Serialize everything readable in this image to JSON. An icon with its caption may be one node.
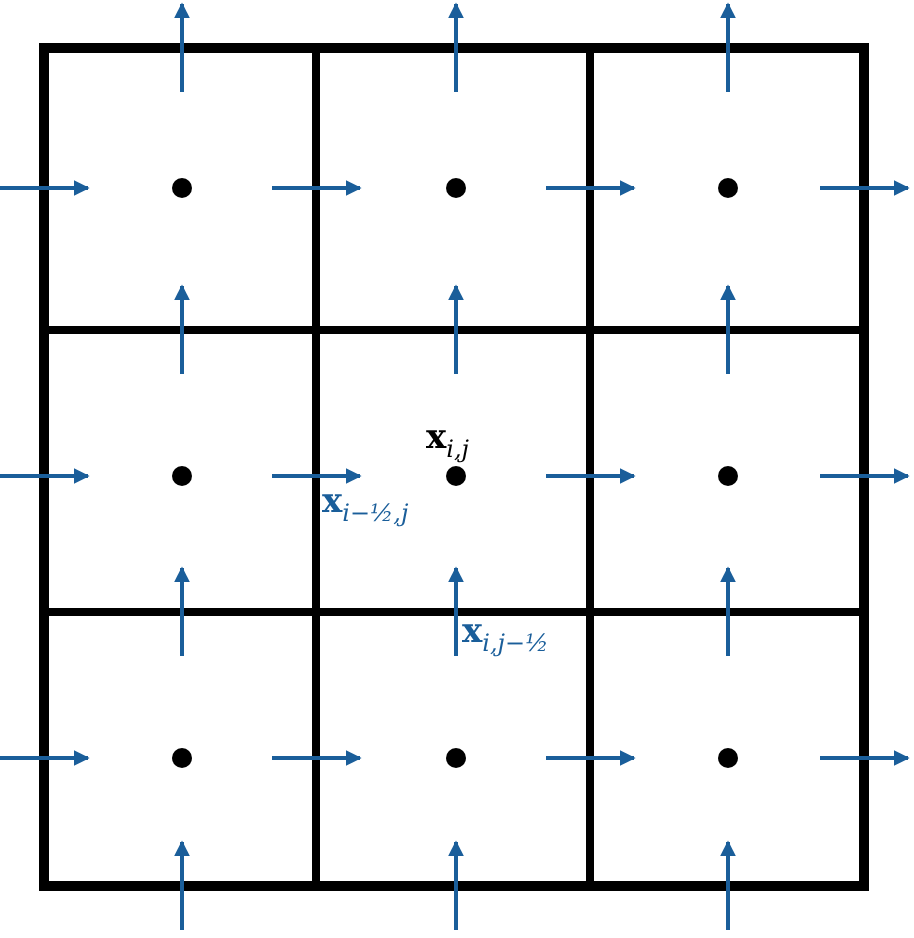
{
  "diagram": {
    "labels": [
      "**x**$_{i,j}$",
      "**x**$_{i−½,j}$",
      "**x**$_{i,j−½}$"
    ]
  }
}
